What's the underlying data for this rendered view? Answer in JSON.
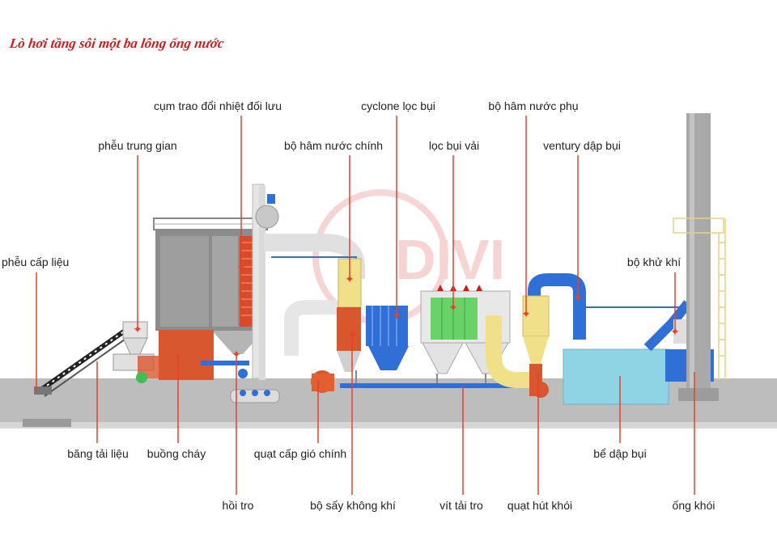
{
  "title": "Lò hơi tầng sôi một ba lông ống nước",
  "colors": {
    "leader": "#e8402a",
    "ground": "#bdbdbd",
    "steel": "#a9a9a9",
    "pipe_white": "#e6e6e6",
    "yellow": "#f1e08a",
    "blue": "#2f6fd6",
    "green": "#69d36a",
    "water": "#8fd4e4",
    "red_brick": "#d9572f"
  },
  "labels": {
    "cum_trao_doi": "cụm trao đổi nhiệt đối lưu",
    "cyclone": "cyclone lọc bụi",
    "bo_ham_phu": "bộ hâm nước phụ",
    "pheu_trung_gian": "phễu trung gian",
    "bo_ham_chinh": "bộ hâm nước chính",
    "loc_bui_vai": "lọc bụi vải",
    "ventury": "ventury dập bụi",
    "pheu_cap_lieu": "phễu cấp liệu",
    "bo_khu_khi": "bộ khử khí",
    "bang_tai": "băng tải liệu",
    "buong_chay": "buồng cháy",
    "quat_cap_gio": "quạt cấp gió chính",
    "be_dap_bui": "bể dập bụi",
    "hoi_tro": "hồi tro",
    "bo_say": "bộ sấy không khí",
    "vit_tai": "vít tải tro",
    "quat_hut": "quạt hút khói",
    "ong_khoi": "ống khói"
  },
  "watermark": "DIVI"
}
